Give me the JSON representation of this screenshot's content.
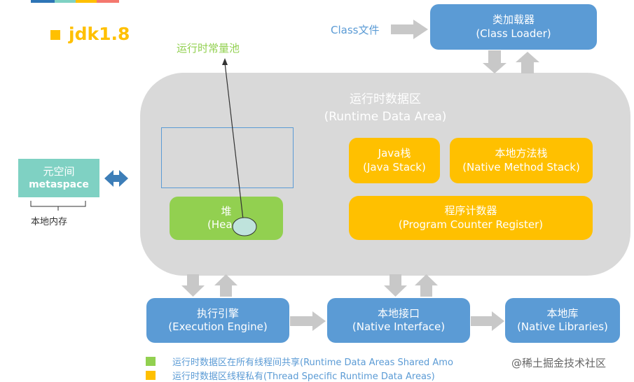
{
  "title": "jdk1.8",
  "class_file": "Class文件",
  "class_loader": {
    "zh": "类加载器",
    "en": "(Class Loader)"
  },
  "runtime_constant_pool": "运行时常量池",
  "runtime_area": {
    "zh": "运行时数据区",
    "en": "(Runtime Data Area)"
  },
  "heap": {
    "zh": "堆",
    "en": "(Hea"
  },
  "java_stack": {
    "zh": "Java栈",
    "en": "(Java Stack)"
  },
  "native_method_stack": {
    "zh": "本地方法栈",
    "en": "(Native Method Stack)"
  },
  "pc_register": {
    "zh": "程序计数器",
    "en": "(Program Counter Register)"
  },
  "metaspace": {
    "zh": "元空间",
    "en": "metaspace"
  },
  "local_memory": "本地内存",
  "execution_engine": {
    "zh": "执行引擎",
    "en": "(Execution Engine)"
  },
  "native_interface": {
    "zh": "本地接口",
    "en": "(Native Interface)"
  },
  "native_libraries": {
    "zh": "本地库",
    "en": "(Native Libraries)"
  },
  "legend": [
    {
      "color": "#92d050",
      "text": "运行时数据区在所有线程间共享(Runtime Data Areas Shared Amo"
    },
    {
      "color": "#ffc000",
      "text": "运行时数据区线程私有(Thread Specific Runtime Data Areas)"
    }
  ],
  "watermark": "@稀土掘金技术社区",
  "colors": {
    "blue": "#5b9bd5",
    "yellow": "#ffc000",
    "green": "#92d050",
    "teal": "#7fd1c3",
    "gray": "#d9d9d9",
    "arrow": "#c8c8c8",
    "title": "#ffc000"
  }
}
